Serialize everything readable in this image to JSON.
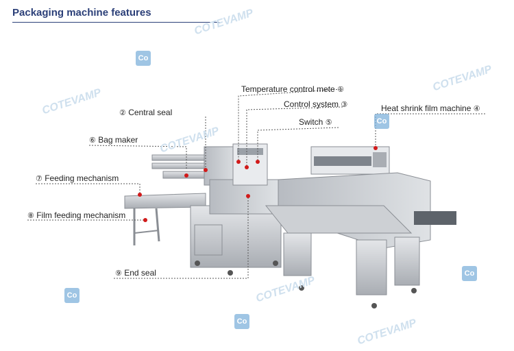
{
  "title": "Packaging machine features",
  "watermark": {
    "brand": "COTEVAMP",
    "badge": "Co"
  },
  "callouts": [
    {
      "id": "temperature",
      "num": "①",
      "label": "Temperature control mete"
    },
    {
      "id": "central-seal",
      "num": "②",
      "label": "Central seal"
    },
    {
      "id": "control-system",
      "num": "③",
      "label": "Control system"
    },
    {
      "id": "heat-shrink",
      "num": "④",
      "label": "Heat shrink film machine"
    },
    {
      "id": "switch",
      "num": "⑤",
      "label": "Switch"
    },
    {
      "id": "bag-maker",
      "num": "⑥",
      "label": "Bag maker"
    },
    {
      "id": "feeding",
      "num": "⑦",
      "label": "Feeding mechanism"
    },
    {
      "id": "film-feeding",
      "num": "⑧",
      "label": "Film feeding mechanism"
    },
    {
      "id": "end-seal",
      "num": "⑨",
      "label": "End seal"
    }
  ],
  "colors": {
    "title": "#2b3f78",
    "marker": "#d11a1a",
    "steel": "#c9ccd0",
    "leader": "#555555"
  }
}
